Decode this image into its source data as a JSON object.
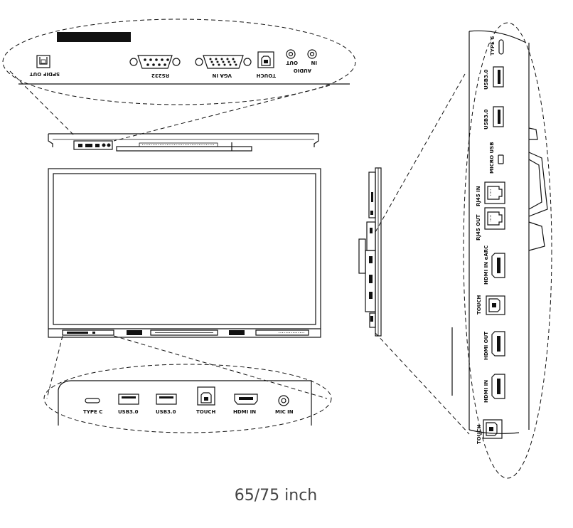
{
  "caption": "65/75 inch",
  "top_panel": {
    "spdif": "SPDIF OUT",
    "rs232": "RS232",
    "vga": "VGA IN",
    "touch": "TOUCH",
    "audio": "AUDIO",
    "out": "OUT",
    "in": "IN"
  },
  "bottom_panel": {
    "type_c": "TYPE C",
    "usb1": "USB3.0",
    "usb2": "USB3.0",
    "touch": "TOUCH",
    "hdmi_in": "HDMI IN",
    "mic_in": "MIC IN"
  },
  "side_panel": {
    "type_c": "TYPE C",
    "usb1": "USB3.0",
    "usb2": "USB3.0",
    "micro_usb": "MICRO USB",
    "rj45_in": "RJ45 IN",
    "rj45_out": "RJ45 OUT",
    "hdmi_earc": "HDMI IN eARC",
    "touch1": "TOUCH",
    "hdmi_out": "HDMI OUT",
    "hdmi_in": "HDMI IN",
    "touch2": "TOUCH"
  }
}
